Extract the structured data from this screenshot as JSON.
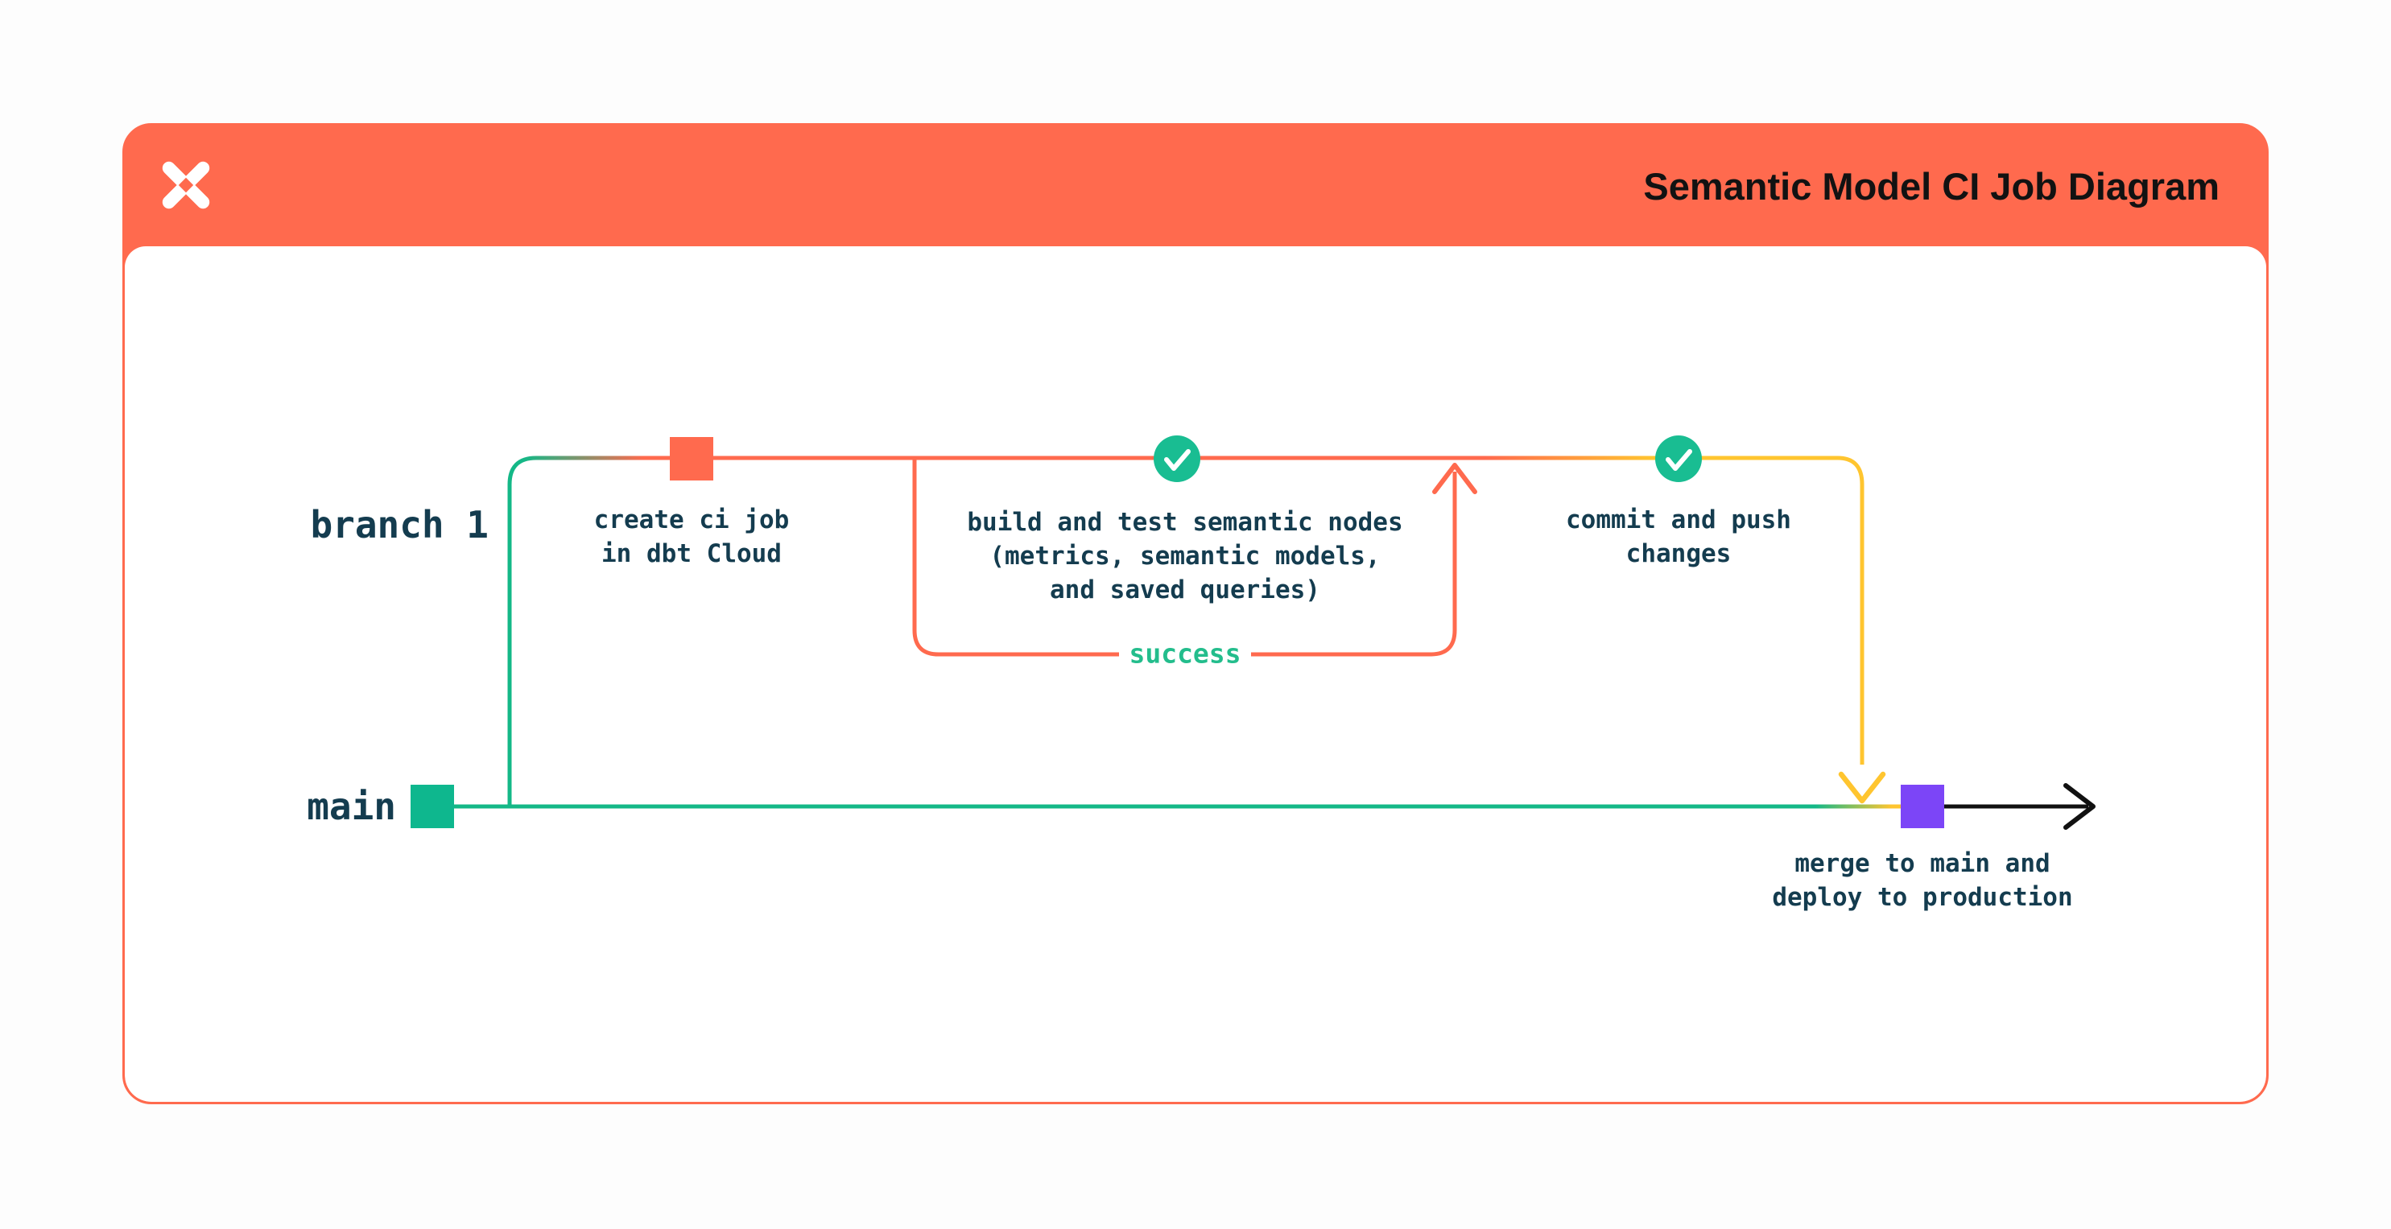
{
  "header": {
    "title": "Semantic Model CI Job Diagram",
    "logo_icon": "dbt-logo"
  },
  "colors": {
    "header_orange": "#FF6A4E",
    "line_orange": "#FF6A4E",
    "line_green": "#14B887",
    "square_green": "#0EB78E",
    "check_green": "#19BD92",
    "success_green": "#23BD8C",
    "line_yellow": "#FFC52F",
    "square_purple": "#7C45F7",
    "arrow_black": "#111111",
    "label_text": "#143C4F",
    "card_border": "#FF6A4E",
    "card_bg": "#FFFFFF",
    "page_bg": "#FDFDFD",
    "logo_fg": "#FFFFFF"
  },
  "diagram": {
    "lanes": [
      {
        "label": "branch 1"
      },
      {
        "label": "main"
      }
    ],
    "nodes": [
      {
        "id": "create-ci-job",
        "marker": "orange-commit-square",
        "label": "create ci job\nin dbt Cloud"
      },
      {
        "id": "build-test-semantic-nodes",
        "marker": "check-circle",
        "label": "build and test semantic nodes\n(metrics, semantic models,\nand saved queries)"
      },
      {
        "id": "commit-push-changes",
        "marker": "check-circle",
        "label": "commit and push\nchanges"
      },
      {
        "id": "merge-deploy",
        "marker": "purple-merge-square",
        "label": "merge to main and\ndeploy to production"
      }
    ],
    "edge_labels": {
      "success": "success"
    }
  }
}
